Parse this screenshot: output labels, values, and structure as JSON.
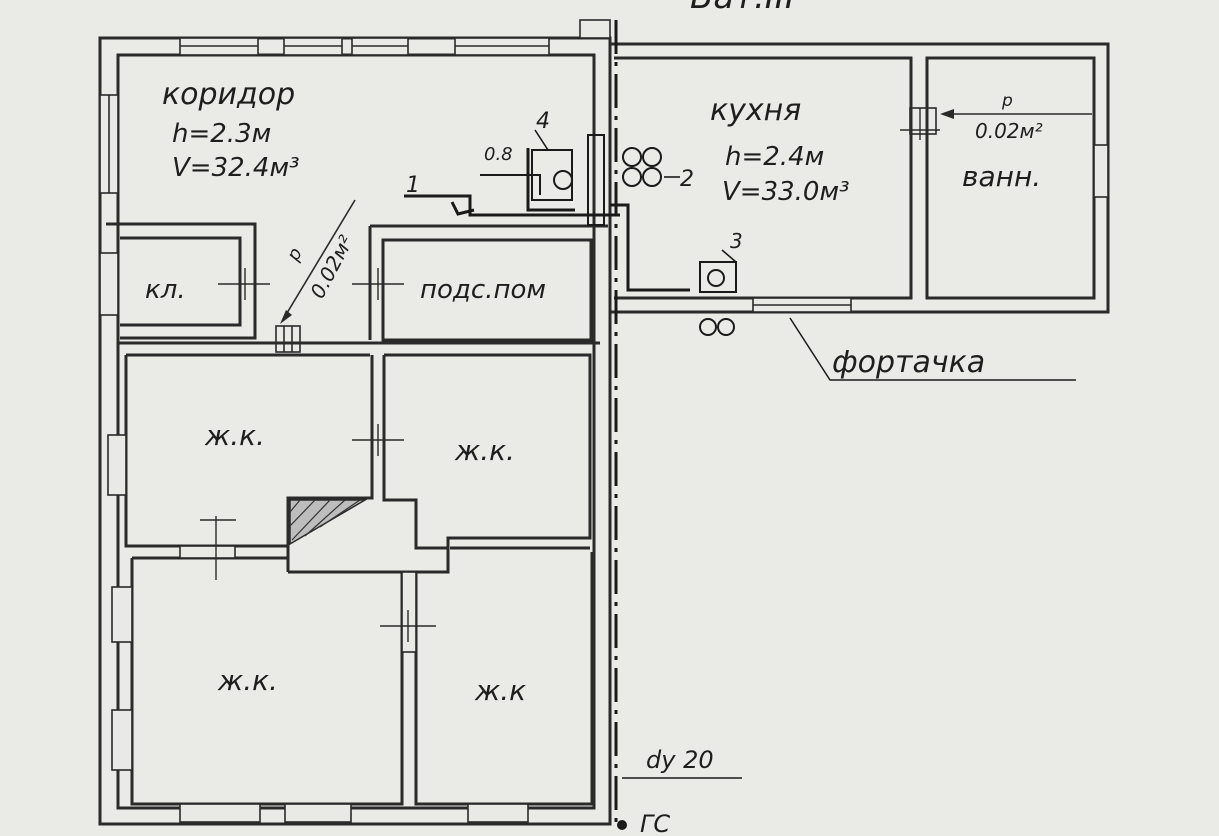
{
  "title_fragment": "Бат.III",
  "rooms": {
    "corridor": {
      "name": "коридор",
      "height": "h=2.3м",
      "volume": "V=32.4м³"
    },
    "kitchen": {
      "name": "кухня",
      "height": "h=2.4м",
      "volume": "V=33.0м³"
    },
    "bathroom": {
      "name": "ванн."
    },
    "pantry": {
      "name": "кл."
    },
    "storage": {
      "name": "подс.пом"
    },
    "living_1": {
      "name": "ж.к."
    },
    "living_2": {
      "name": "ж.к."
    },
    "living_3": {
      "name": "ж.к."
    },
    "living_4": {
      "name": "ж.к"
    }
  },
  "vents": {
    "corridor_vent": {
      "letter": "р",
      "area": "0.02м²"
    },
    "bath_vent": {
      "letter": "р",
      "area": "0.02м²"
    }
  },
  "markers": {
    "m1": "1",
    "m2": "2",
    "m3": "3",
    "m4": "4",
    "dim": "0.8"
  },
  "annotations": {
    "fortochka": "фортачка",
    "pipe_dia": "dy 20",
    "gas_label": "ГС"
  }
}
